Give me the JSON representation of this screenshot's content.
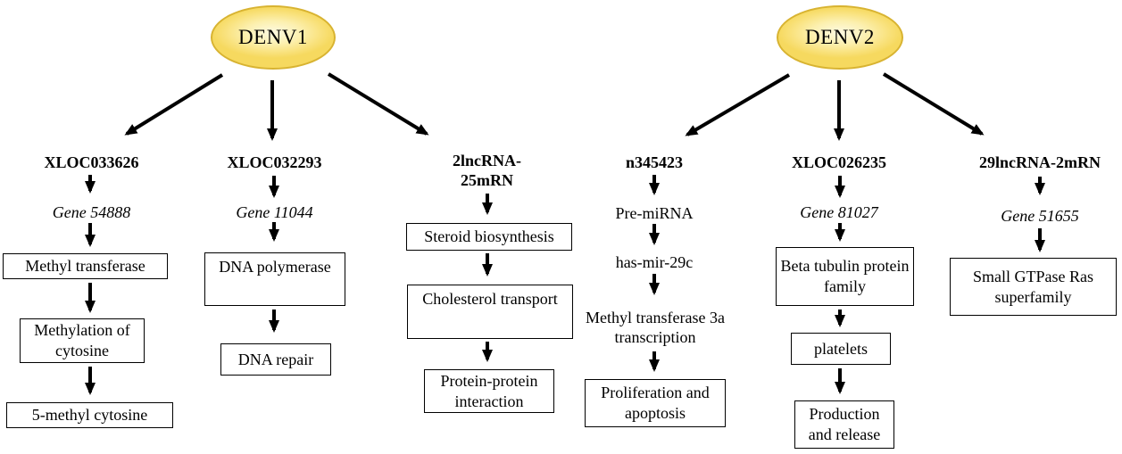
{
  "denv1": {
    "label": "DENV1",
    "chains": [
      {
        "title": "XLOC033626",
        "gene": "Gene 54888",
        "boxes": [
          "Methyl transferase",
          "Methylation of cytosine",
          "5-methyl cytosine"
        ]
      },
      {
        "title": "XLOC032293",
        "gene": "Gene 11044",
        "boxes": [
          "DNA polymerase",
          "DNA repair"
        ]
      },
      {
        "title": "2lncRNA-25mRN",
        "boxes": [
          "Steroid biosynthesis",
          "Cholesterol transport",
          "Protein-protein interaction"
        ]
      }
    ]
  },
  "denv2": {
    "label": "DENV2",
    "chains": [
      {
        "title": "n345423",
        "plain_steps": [
          "Pre-miRNA",
          "has-mir-29c",
          "Methyl transferase 3a transcription"
        ],
        "boxes": [
          "Proliferation and apoptosis"
        ]
      },
      {
        "title": "XLOC026235",
        "gene": "Gene 81027",
        "boxes": [
          "Beta tubulin protein family",
          "platelets",
          "Production and release"
        ]
      },
      {
        "title": "29lncRNA-2mRN",
        "gene": "Gene 51655",
        "boxes": [
          "Small GTPase Ras superfamily"
        ]
      }
    ]
  },
  "colors": {
    "ellipse_fill_center": "#fefae2",
    "ellipse_fill_edge": "#f6d95f",
    "ellipse_border": "#d8b331",
    "arrow": "#000000",
    "box_background": "#ffffff",
    "box_border": "#000000",
    "text": "#000000",
    "background": "#ffffff"
  }
}
